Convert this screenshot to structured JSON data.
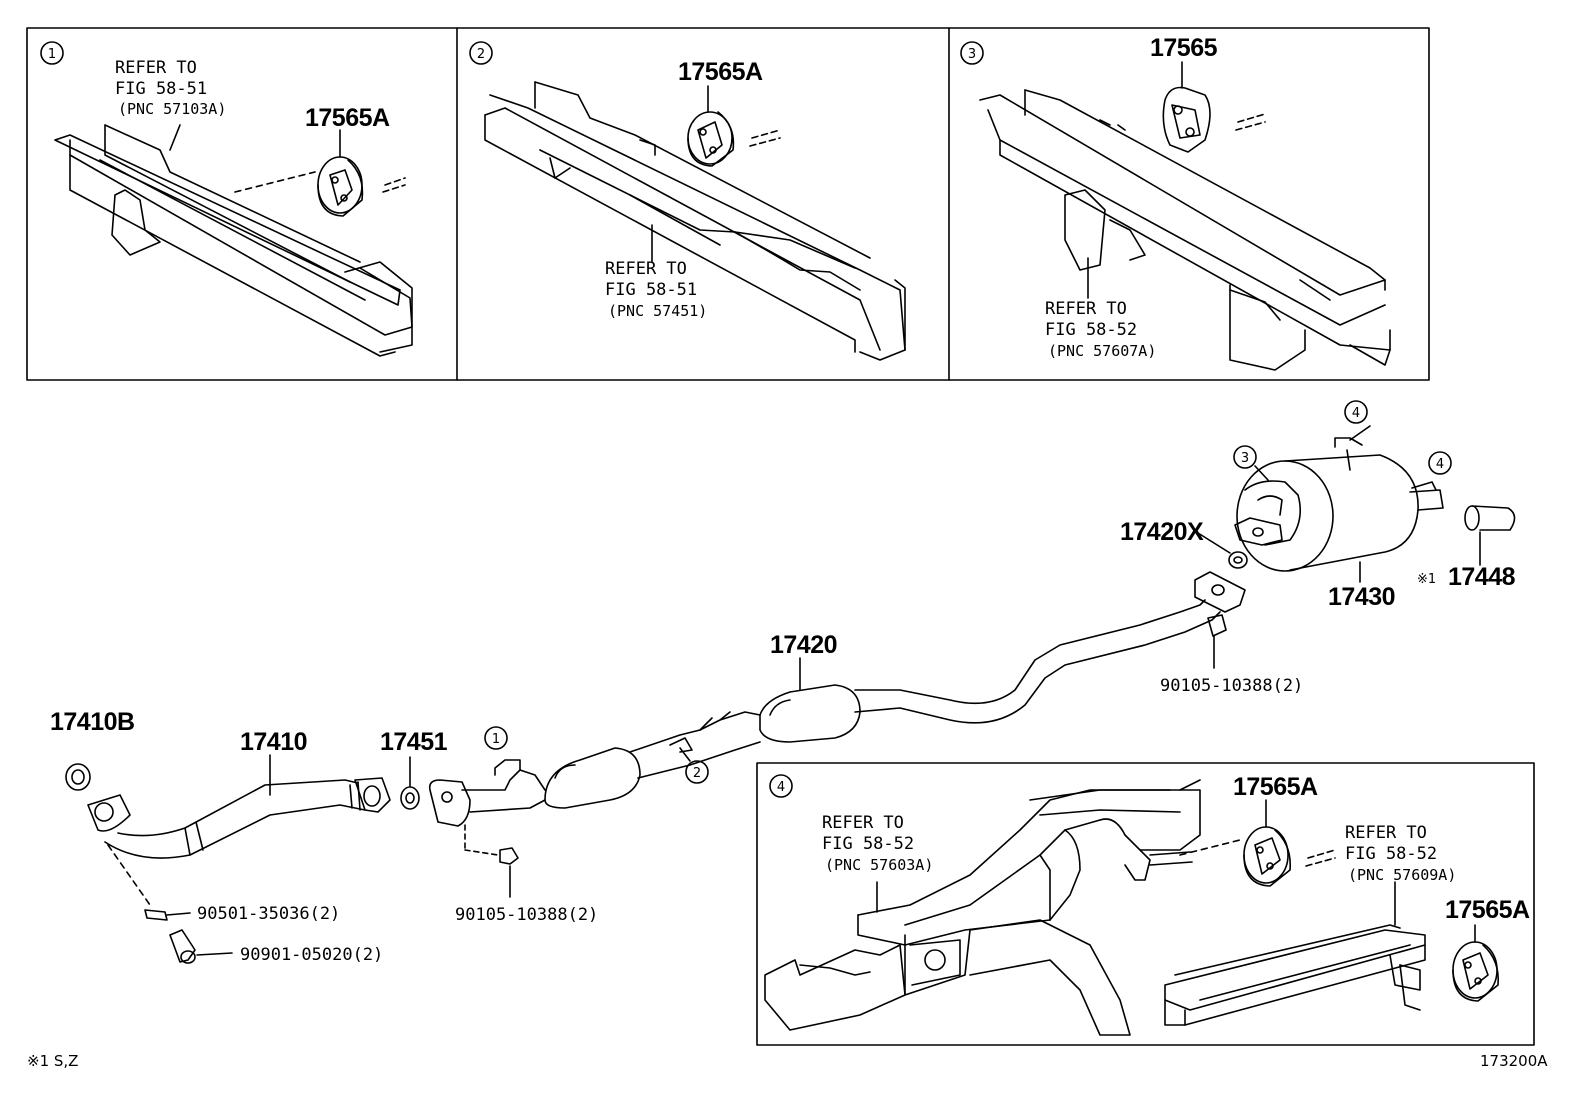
{
  "panels": [
    {
      "id": "1",
      "refer_lines": [
        "REFER TO",
        "FIG 58-51",
        "(PNC 57103A)"
      ],
      "part": "17565A"
    },
    {
      "id": "2",
      "refer_lines": [
        "REFER TO",
        "FIG 58-51",
        "(PNC 57451)"
      ],
      "part": "17565A"
    },
    {
      "id": "3",
      "refer_lines": [
        "REFER TO",
        "FIG 58-52",
        "(PNC 57607A)"
      ],
      "part": "17565"
    },
    {
      "id": "4",
      "refer_a_lines": [
        "REFER TO",
        "FIG 58-52",
        "(PNC 57603A)"
      ],
      "refer_b_lines": [
        "REFER TO",
        "FIG 58-52",
        "(PNC 57609A)"
      ],
      "part_a": "17565A",
      "part_b": "17565A"
    }
  ],
  "callouts": {
    "c1": "1",
    "c2": "2",
    "c3": "3",
    "c4": "4"
  },
  "parts": {
    "p17410B": "17410B",
    "p17410": "17410",
    "p17451": "17451",
    "p17420": "17420",
    "p17420X": "17420X",
    "p17430": "17430",
    "p17448": "17448",
    "p17448_note": "※1",
    "bolt_a": "90501-35036(2)",
    "bolt_b": "90901-05020(2)",
    "bolt_c": "90105-10388(2)",
    "bolt_d": "90105-10388(2)"
  },
  "footer": {
    "note": "※1 S,Z",
    "code": "173200A"
  }
}
